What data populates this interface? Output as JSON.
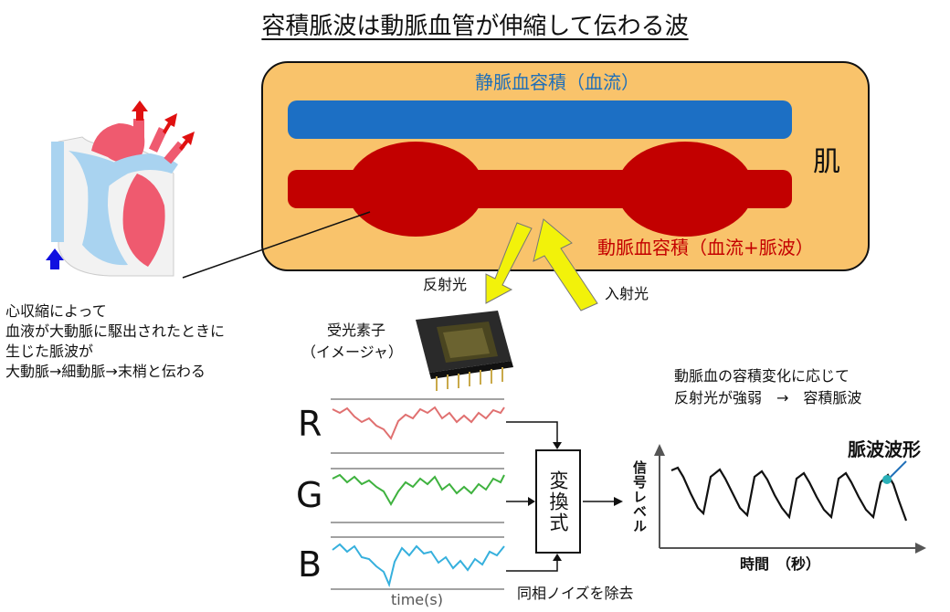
{
  "title": "容積脈波は動脈血管が伸縮して伝わる波",
  "skin_panel": {
    "vein_label": "静脈血容積（血流）",
    "artery_label": "動脈血容積（血流+脈波）",
    "skin_label": "肌"
  },
  "light": {
    "reflected": "反射光",
    "incident": "入射光"
  },
  "sensor": {
    "label_line1": "受光素子",
    "label_line2": "（イメージャ）"
  },
  "heart_text": [
    "心収縮によって",
    "血液が大動脈に駆出されたときに",
    "生じた脈波が",
    "大動脈→細動脈→末梢と伝わる"
  ],
  "channels": {
    "r": "R",
    "g": "G",
    "b": "B",
    "time_label": "time(s)"
  },
  "converter": {
    "label": "変換式",
    "note": "同相ノイズを除去"
  },
  "explanation": {
    "line1": "動脈血の容積変化に応じて",
    "line2": "反射光が強弱　→　容積脈波"
  },
  "waveform": {
    "ylabel": "信号レベル",
    "xlabel": "時間　（秒）",
    "annotation": "脈波波形"
  },
  "colors": {
    "skin_fill": "#f9c36b",
    "vein": "#1c6fc4",
    "artery": "#c20000",
    "arrow_yellow": "#f2f20a",
    "r_signal": "#e07070",
    "g_signal": "#3fb23f",
    "b_signal": "#36b0dd"
  }
}
